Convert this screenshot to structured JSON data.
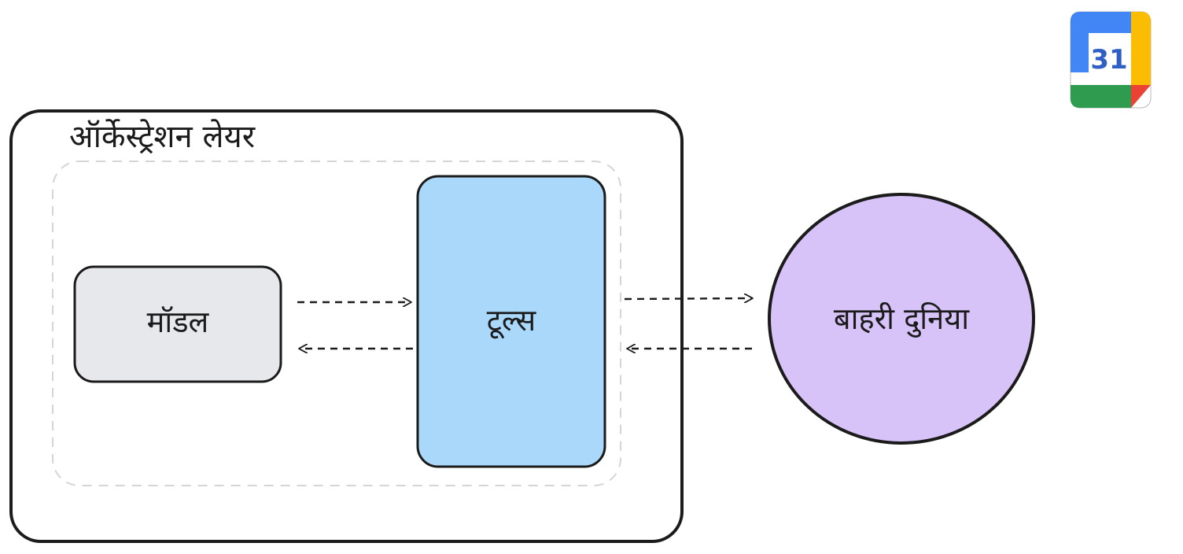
{
  "diagram": {
    "orchestration_layer": {
      "label": "ऑर्केस्ट्रेशन लेयर"
    },
    "nodes": {
      "model": {
        "label": "मॉडल",
        "fill": "#e6e8eb"
      },
      "tools": {
        "label": "टूल्स",
        "fill": "#a9d8fb"
      },
      "external_world": {
        "label": "बाहरी दुनिया",
        "fill": "#d7c3f8"
      }
    },
    "connections": [
      {
        "from": "model",
        "to": "tools",
        "style": "dashed"
      },
      {
        "from": "tools",
        "to": "model",
        "style": "dashed"
      },
      {
        "from": "tools",
        "to": "external_world",
        "style": "dashed"
      },
      {
        "from": "external_world",
        "to": "tools",
        "style": "dashed"
      }
    ]
  },
  "calendar_badge": {
    "icon": "calendar-icon",
    "number": "31",
    "colors": {
      "blue": "#4285f4",
      "green": "#2f9b4e",
      "yellow": "#fbbc04",
      "red": "#ea4335",
      "text": "#2f5ec4"
    }
  }
}
